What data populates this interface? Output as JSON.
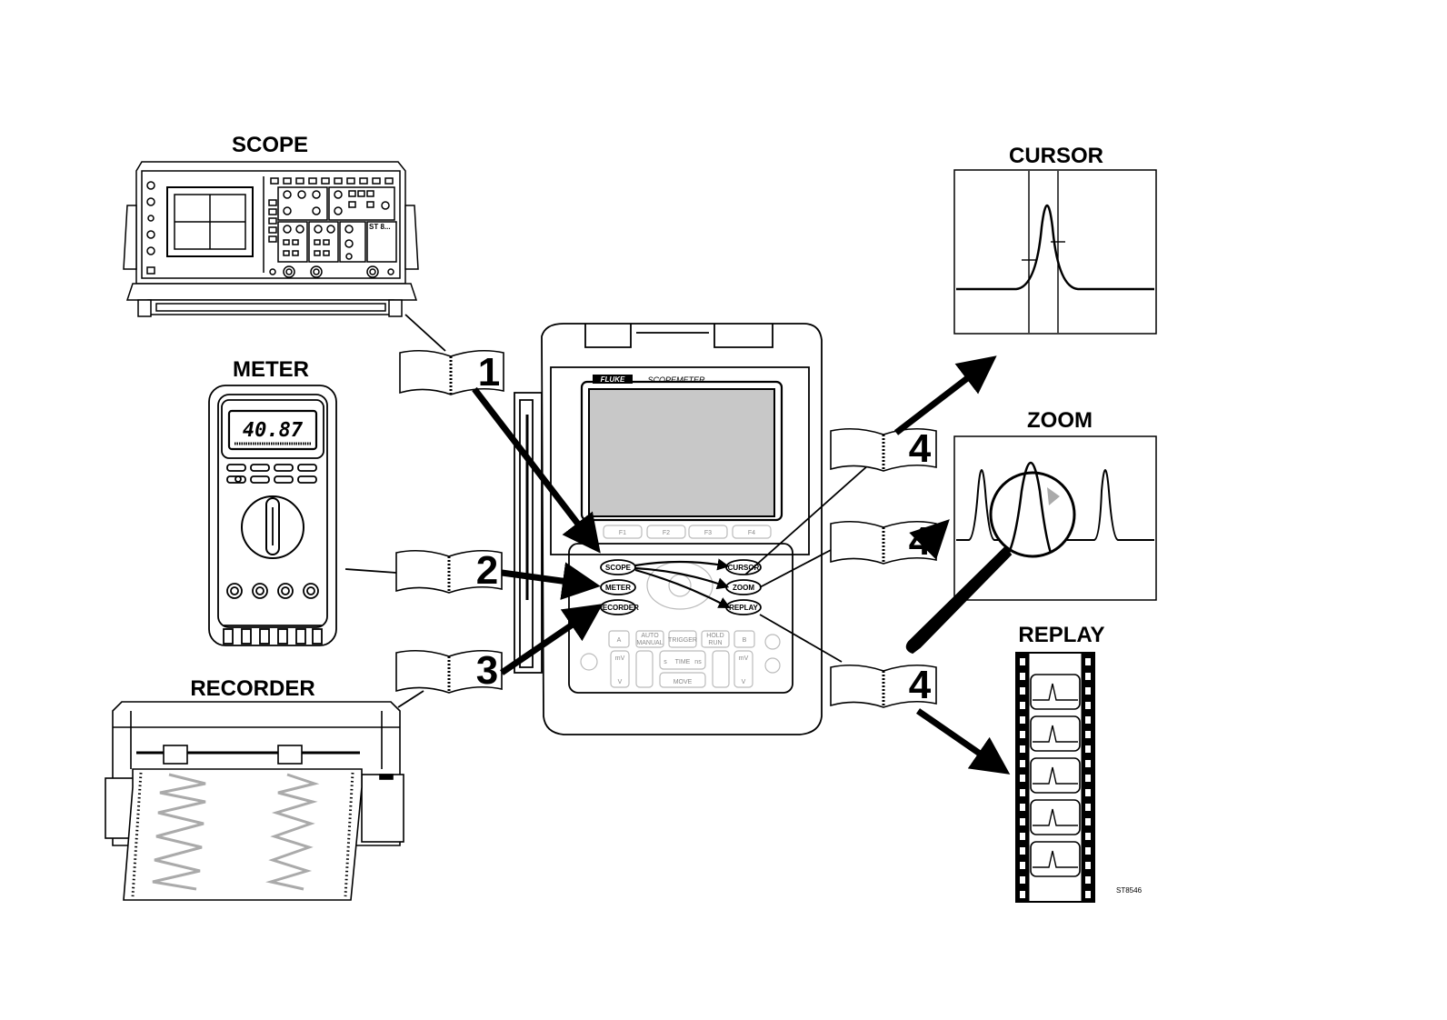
{
  "labels": {
    "scope": "SCOPE",
    "meter": "METER",
    "recorder": "RECORDER",
    "cursor": "CURSOR",
    "zoom": "ZOOM",
    "replay": "REPLAY"
  },
  "callouts": {
    "n1": "1",
    "n2": "2",
    "n3": "3",
    "n4a": "4",
    "n4b": "4",
    "n4c": "4"
  },
  "meter_display": "40.87",
  "scopemeter": {
    "brand": "FLUKE",
    "model": "SCOPEMETER",
    "fkeys": [
      "F1",
      "F2",
      "F3",
      "F4"
    ],
    "mode_buttons": {
      "scope": "SCOPE",
      "meter": "METER",
      "recorder": "RECORDER",
      "cursor": "CURSOR",
      "zoom": "ZOOM",
      "replay": "REPLAY"
    },
    "lower_keys": {
      "a": "A",
      "auto_manual_1": "AUTO",
      "auto_manual_2": "MANUAL",
      "trigger": "TRIGGER",
      "hold_run_1": "HOLD",
      "hold_run_2": "RUN",
      "b": "B",
      "mv_left": "mV",
      "v_left": "V",
      "mv_right": "mV",
      "v_right": "V",
      "s": "s",
      "time": "TIME",
      "ns": "ns",
      "move": "MOVE"
    }
  },
  "scope_instrument_code": "ST 8...",
  "figure_code": "ST8546"
}
